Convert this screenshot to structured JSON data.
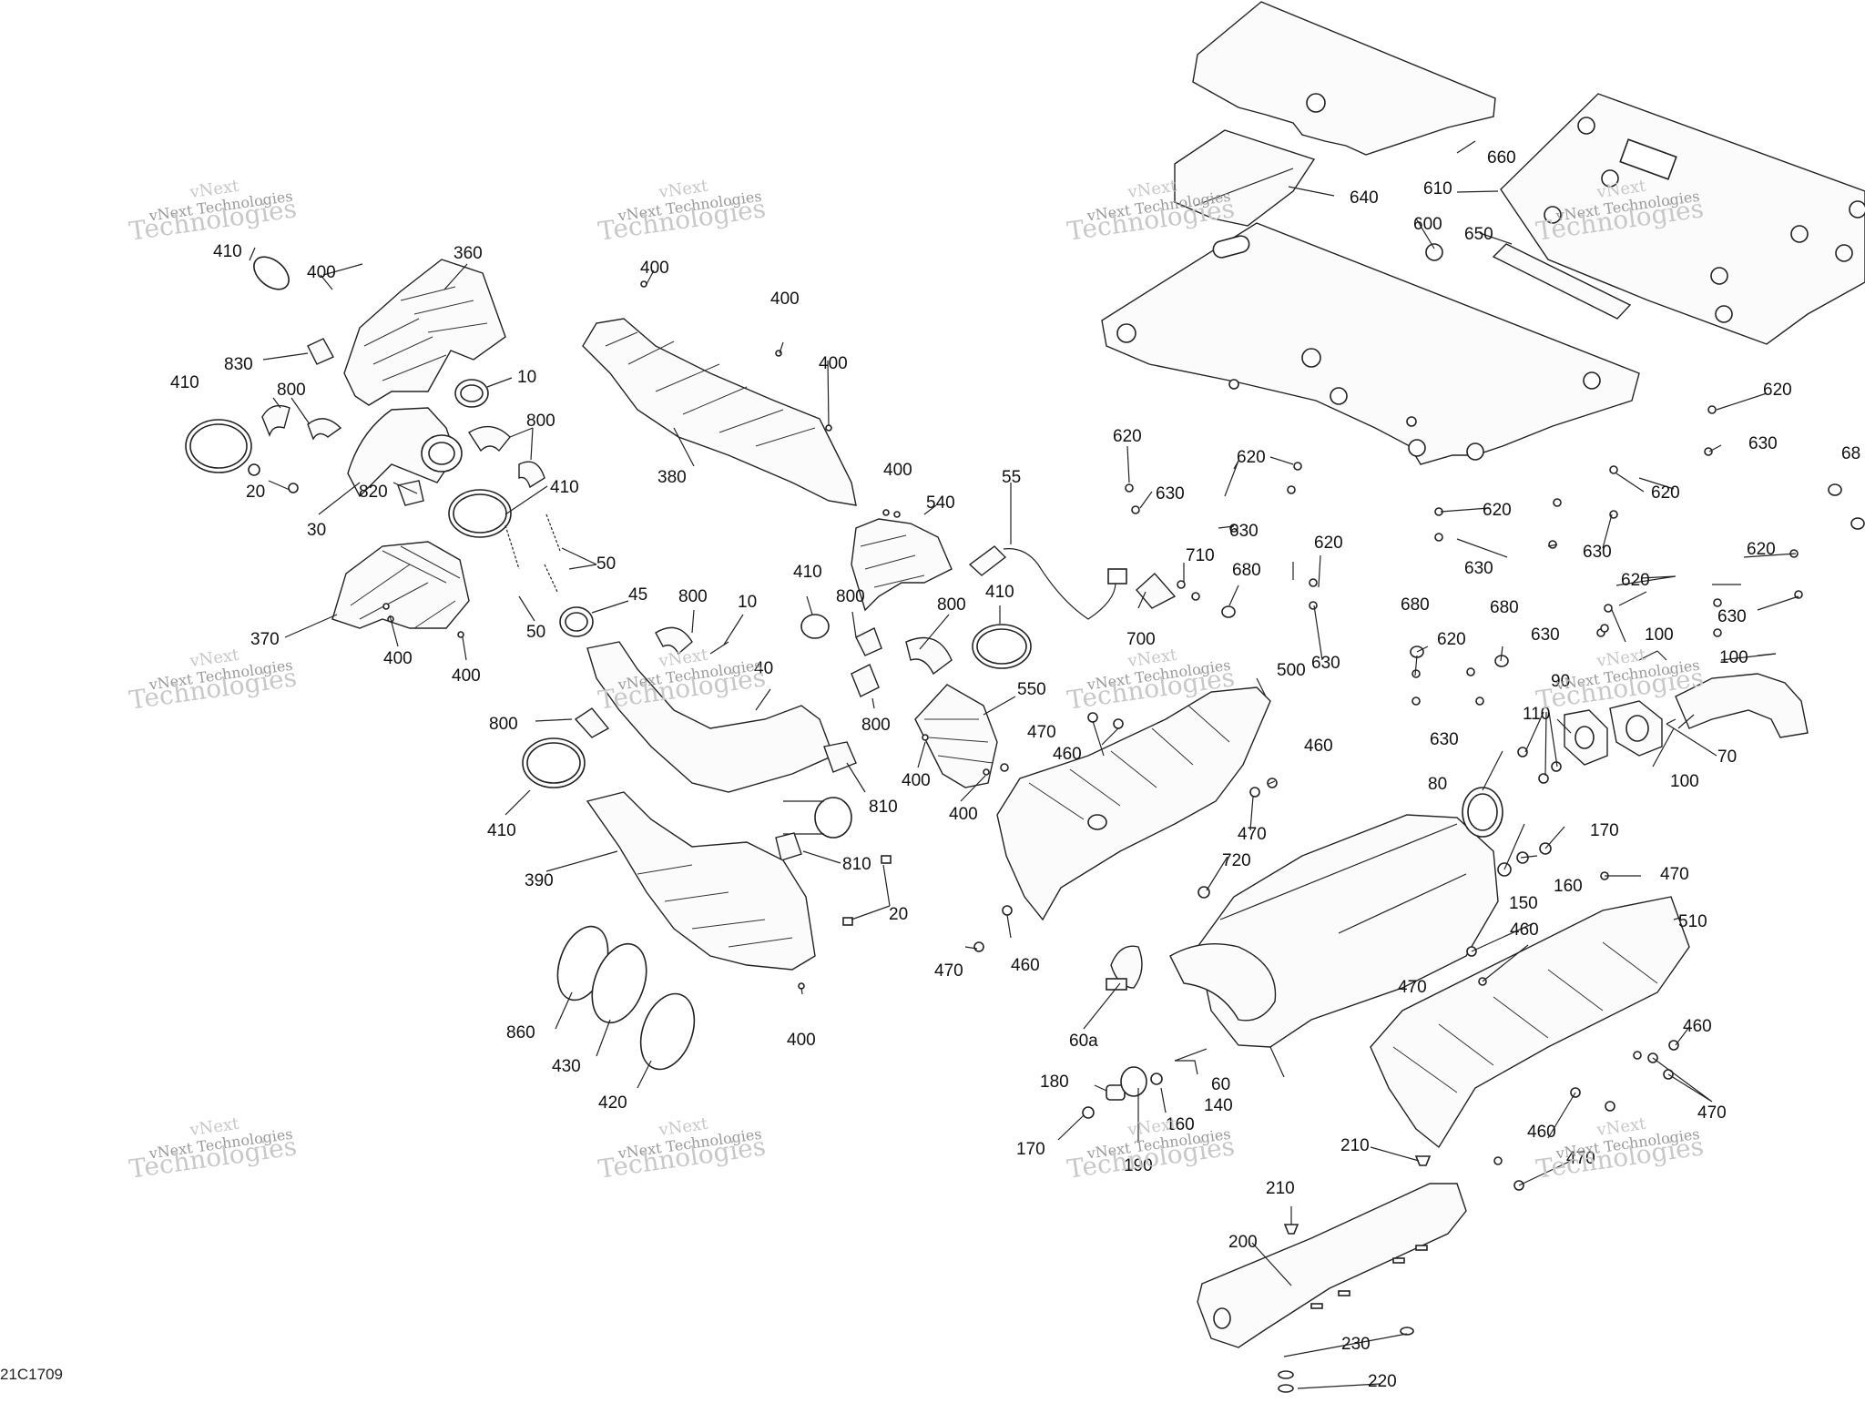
{
  "diagram_code": "21C1709",
  "watermark": {
    "line1": "vNext",
    "line2": "vNext Technologies",
    "line3": "Technologies"
  },
  "callouts": {
    "c410a": "410",
    "c400a": "400",
    "c360": "360",
    "c830": "830",
    "c10a": "10",
    "c410b": "410",
    "c800a": "800",
    "c800b": "800",
    "c20a": "20",
    "c30": "30",
    "c820": "820",
    "c410c": "410",
    "c50a": "50",
    "c50b": "50",
    "c45": "45",
    "c370": "370",
    "c400b": "400",
    "c400c": "400",
    "c400d": "400",
    "c400e": "400",
    "c400f": "400",
    "c380": "380",
    "c400g": "400",
    "c540": "540",
    "c55": "55",
    "c800c": "800",
    "c10b": "10",
    "c40": "40",
    "c410d": "410",
    "c800d": "800",
    "c800e": "800",
    "c410e": "410",
    "c550": "550",
    "c800f": "800",
    "c800g": "800",
    "c410f": "410",
    "c810a": "810",
    "c810b": "810",
    "c390": "390",
    "c20b": "20",
    "c400h": "400",
    "c400i": "400",
    "c860": "860",
    "c430": "430",
    "c420": "420",
    "c400j": "400",
    "c660": "660",
    "c640": "640",
    "c610": "610",
    "c600": "600",
    "c650": "650",
    "c620a": "620",
    "c630a": "630",
    "c620b": "620",
    "c630b": "630",
    "c620c": "620",
    "c630c": "630",
    "c710": "710",
    "c680a": "680",
    "c700": "700",
    "c620d": "620",
    "c630d": "630",
    "c620e": "620",
    "c620f": "620",
    "c630e": "630",
    "c630f": "630",
    "c620g": "620",
    "c620h": "620",
    "c630g": "630",
    "c680b": "680",
    "c620i": "620",
    "c680c": "680",
    "c630h": "630",
    "c100a": "100",
    "c100b": "100",
    "c100c": "100",
    "c90": "90",
    "c110": "110",
    "c70": "70",
    "c68": "68",
    "c470a": "470",
    "c460a": "460",
    "c500": "500",
    "c460b": "460",
    "c470b": "470",
    "c720": "720",
    "c470c": "470",
    "c460c": "460",
    "c80": "80",
    "c170a": "170",
    "c160a": "160",
    "c150": "150",
    "c470d": "470",
    "c460d": "460",
    "c470e": "470",
    "c510": "510",
    "c60a": "60a",
    "c60": "60",
    "c180": "180",
    "c170b": "170",
    "c190": "190",
    "c160b": "160",
    "c140": "140",
    "c460e": "460",
    "c470f": "470",
    "c460f": "460",
    "c470g": "470",
    "c210a": "210",
    "c210b": "210",
    "c200": "200",
    "c230": "230",
    "c220": "220"
  }
}
